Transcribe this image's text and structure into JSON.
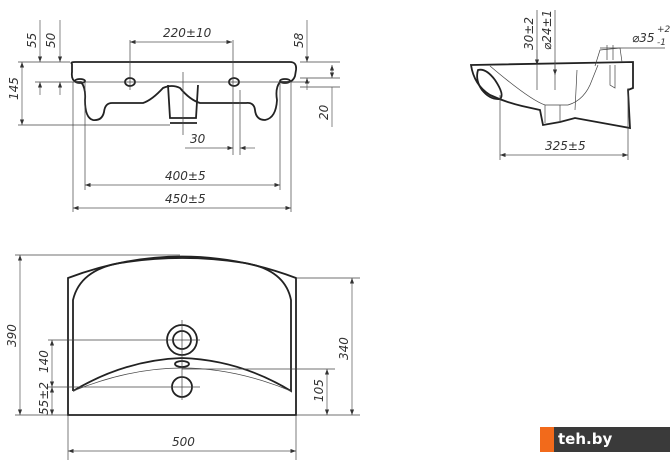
{
  "front_view": {
    "dims": {
      "d55": "55",
      "d50": "50",
      "d145": "145",
      "d220": "220±10",
      "d58": "58",
      "d20": "20",
      "d30": "30",
      "d400": "400±5",
      "d450": "450±5"
    }
  },
  "side_view": {
    "dims": {
      "d30": "30±2",
      "d24": "⌀24±1",
      "d35": "⌀35",
      "d35_tol_up": "+2",
      "d35_tol_down": "-1",
      "d325": "325±5"
    }
  },
  "top_view": {
    "dims": {
      "d390": "390",
      "d140": "140",
      "d55": "55±2",
      "d500": "500",
      "d340": "340",
      "d105": "105"
    }
  },
  "watermark": {
    "text": "teh.by",
    "accent": "#f26a1b",
    "bar": "#3a3a3a"
  }
}
